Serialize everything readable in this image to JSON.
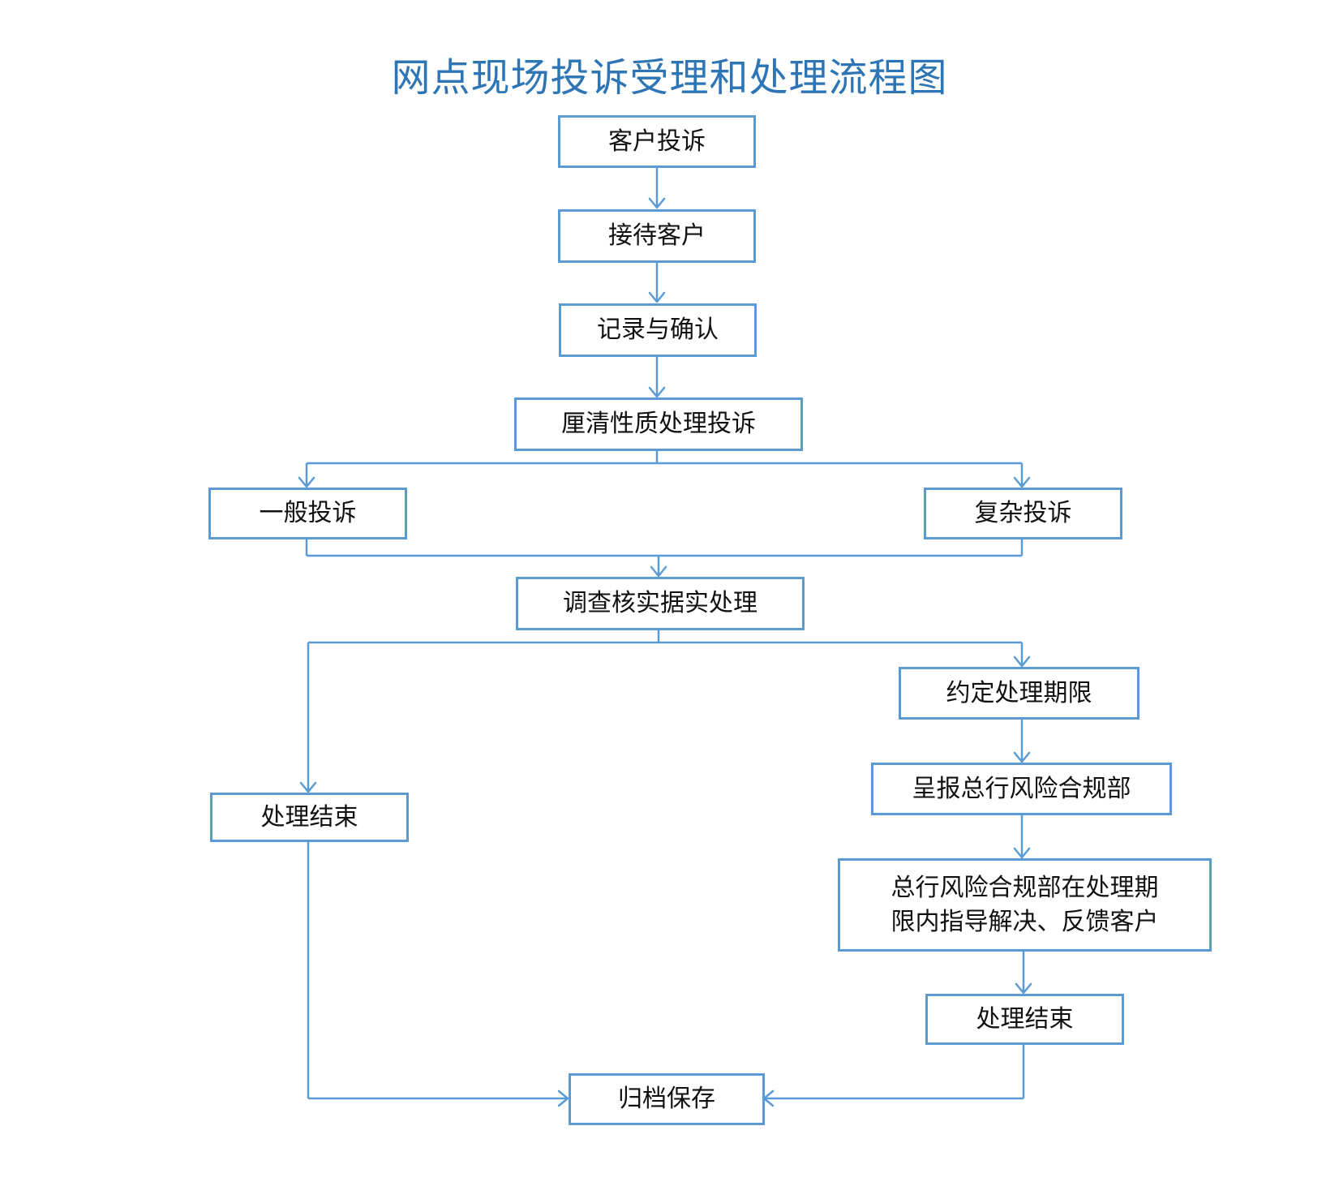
{
  "title": "网点现场投诉受理和处理流程图",
  "colors": {
    "title": "#2e75b6",
    "box_border": "#5b9bd5",
    "connector": "#5b9bd5",
    "text": "#111111"
  },
  "nodes": {
    "complaint": "客户投诉",
    "receive": "接待客户",
    "record": "记录与确认",
    "clarify": "厘清性质处理投诉",
    "general": "一般投诉",
    "complex": "复杂投诉",
    "investigate": "调查核实据实处理",
    "deadline": "约定处理期限",
    "report": "呈报总行风险合规部",
    "guide_line1": "总行风险合规部在处理期",
    "guide_line2": "限内指导解决、反馈客户",
    "end_left": "处理结束",
    "end_right": "处理结束",
    "archive": "归档保存"
  }
}
